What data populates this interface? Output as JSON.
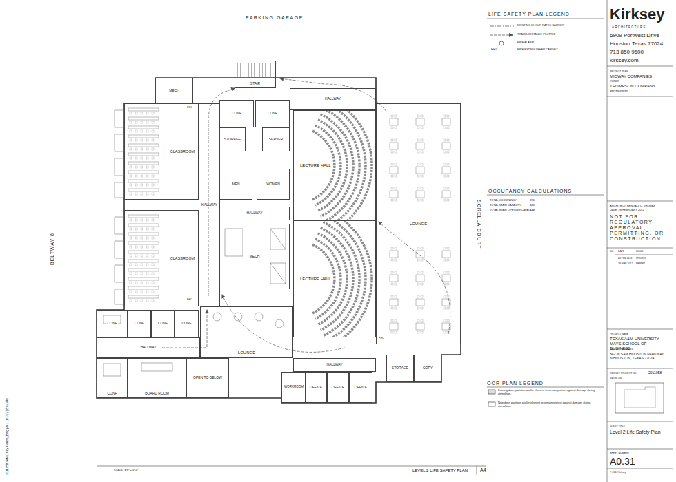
{
  "diagram": {
    "title": "LEVEL 2 LIFE SAFETY PLAN",
    "nodes": [
      {
        "text": [
          "MECH"
        ]
      },
      {
        "text": [
          "CLASSROOM"
        ]
      },
      {
        "text": [
          "CLASSROOM"
        ]
      },
      {
        "text": [
          "HALLWAY"
        ]
      },
      {
        "text": [
          "STAIR"
        ]
      },
      {
        "text": [
          "HALLWAY"
        ]
      },
      {
        "text": [
          "CONF"
        ]
      },
      {
        "text": [
          "CONF"
        ]
      },
      {
        "text": [
          "STORAGE"
        ]
      },
      {
        "text": [
          "SERVER"
        ]
      },
      {
        "text": [
          "MEN"
        ]
      },
      {
        "text": [
          "WOMEN"
        ]
      },
      {
        "text": [
          "HALLWAY"
        ]
      },
      {
        "text": [
          "MECH"
        ]
      },
      {
        "text": [
          "LECTURE HALL"
        ]
      },
      {
        "text": [
          "LECTURE HALL"
        ]
      },
      {
        "text": [
          "LOUNGE"
        ]
      },
      {
        "text": [
          "CONF"
        ]
      },
      {
        "text": [
          "CONF"
        ]
      },
      {
        "text": [
          "CONF"
        ]
      },
      {
        "text": [
          "CONF"
        ]
      },
      {
        "text": [
          "HALLWAY"
        ]
      },
      {
        "text": [
          "LOUNGE"
        ]
      },
      {
        "text": [
          "CONF"
        ]
      },
      {
        "text": [
          "BOARD ROOM"
        ]
      },
      {
        "text": [
          "OPEN TO BELOW"
        ]
      },
      {
        "text": [
          "WORKROOM"
        ]
      },
      {
        "text": [
          "OFFICE"
        ]
      },
      {
        "text": [
          "OFFICE"
        ]
      },
      {
        "text": [
          "OFFICE"
        ]
      },
      {
        "text": [
          "HALLWAY"
        ]
      },
      {
        "text": [
          "STORAGE"
        ]
      },
      {
        "text": [
          "COPY"
        ]
      }
    ],
    "labels": [
      "PARKING GARAGE",
      "BELTWAY 8",
      "SORELLA COURT",
      "FEC",
      "FEC",
      "FEC",
      "LIFE SAFETY PLAN LEGEND",
      "Kirksey",
      "ARCHITECTURE",
      "6909 Portwest Drive",
      "Houston Texas 77024",
      "713 850 9600",
      "kirksey.com",
      "PROJECT TEAM",
      "MIDWAY COMPANIES",
      "OWNER",
      "THOMPSON COMPANY",
      "MEP ENGINEER",
      "OCCUPANCY CALCULATIONS",
      "TOTAL OCCUPANCY:",
      "396",
      "TOTAL STAIR CAPACITY:",
      "423",
      "TOTAL STAIR OPENING CAPACITY:",
      "422",
      "ARCHITECT: KENDALL C. THOMAS",
      "DATE: 28 FEBRUARY 2012",
      "NOT FOR REGULATORY APPROVAL, PERMITTING, OR CONSTRUCTION",
      "NO.",
      "DATE",
      "ISSUE",
      "28 FEB 2012",
      "PRICING",
      "28 MAR 2012",
      "PERMIT",
      "PROJECT NAME",
      "TEXAS A&M UNIVERSITY MAYS SCHOOL OF BUSINESS",
      "PROJECT ADDRESS",
      "842 W SAM HOUSTON PARKWAY N HOUSTON, TEXAS 77024",
      "KIRKSEY PROJECT NO.",
      "2011058",
      "KEY PLAN",
      "OOR PLAN LEGEND",
      "SHEET TITLE",
      "Level 2 Life Safety Plan",
      "SHEET NUMBER",
      "A0.31",
      "© 2012 Kirksey",
      "SCALE: 1/8\" = 1'-0\"",
      "A4",
      "2011058 TAMU City Centre_Bldg.pln | 11/7/13 | 8:02 AM",
      "FEC"
    ],
    "legend": [
      {
        "text": "EXISTING 1 HOUR RATED BARRIER"
      },
      {
        "text": "TRAVEL DISTANCE PLOTTED"
      },
      {
        "text": "FIRE ALARM"
      },
      {
        "text": "FIRE EXTINGUISHER CABINET"
      },
      {
        "text": "Existing door, partition and/or element to remain-protect against damage during demolition."
      },
      {
        "text": "New door, partition and/or element to remain-protect against damage during demolition."
      }
    ]
  }
}
